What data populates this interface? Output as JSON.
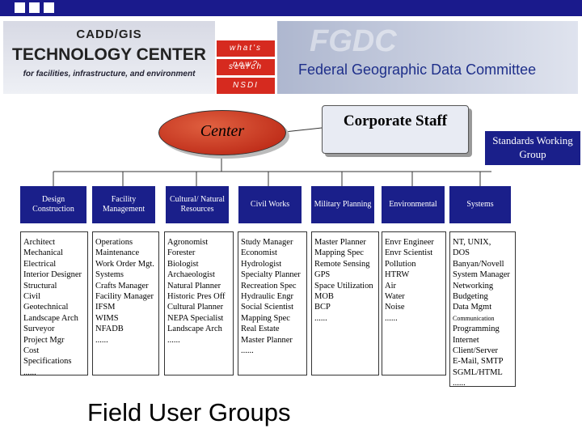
{
  "header": {
    "logo": {
      "line1": "CADD/GIS",
      "line2": "TECHNOLOGY CENTER",
      "line3": "for facilities, infrastructure, and environment"
    },
    "nav_buttons": [
      "what's new?",
      "search",
      "NSDI"
    ],
    "partner_title": "Federal Geographic Data Committee",
    "partner_bg_text": "FGDC",
    "bar_color": "#1a1a8c",
    "button_color": "#d62a1f"
  },
  "diagram": {
    "center_label": "Center",
    "corporate_label": "Corporate Staff",
    "standards_label": "Standards Working Group",
    "categories": [
      {
        "label": "Design Construction",
        "items": [
          "Architect",
          "Mechanical",
          "Electrical",
          "Interior Designer",
          "Structural",
          "Civil",
          "Geotechnical",
          "Landscape Arch",
          "Surveyor",
          "Project Mgr",
          "Cost",
          "Specifications",
          "......"
        ]
      },
      {
        "label": "Facility Management",
        "items": [
          "Operations",
          "Maintenance",
          "Work Order Mgt.",
          "Systems",
          "Crafts Manager",
          "Facility Manager",
          "IFSM",
          "WIMS",
          "NFADB",
          "......"
        ]
      },
      {
        "label": "Cultural/ Natural Resources",
        "items": [
          "Agronomist",
          "Forester",
          "Biologist",
          "Archaeologist",
          "Natural Planner",
          "Historic Pres Off",
          "Cultural Planner",
          "NEPA Specialist",
          "Landscape Arch",
          "......"
        ]
      },
      {
        "label": "Civil Works",
        "items": [
          "Study Manager",
          "Economist",
          "Hydrologist",
          "Specialty Planner",
          "Recreation Spec",
          "Hydraulic Engr",
          "Social Scientist",
          "Mapping Spec",
          "Real Estate",
          "Master Planner",
          "......"
        ]
      },
      {
        "label": "Military Planning",
        "items": [
          "Master Planner",
          "Mapping Spec",
          "Remote Sensing",
          "GPS",
          "Space Utilization",
          "MOB",
          "BCP",
          "......"
        ]
      },
      {
        "label": "Environmental",
        "items": [
          "Envr Engineer",
          "Envr Scientist",
          "Pollution",
          "HTRW",
          "Air",
          "Water",
          "Noise",
          "......"
        ]
      },
      {
        "label": "Systems",
        "items": [
          "NT, UNIX,",
          "DOS",
          "Banyan/Novell",
          "System Manager",
          "Networking",
          "Budgeting",
          "Data Mgmt",
          "Communication",
          "Programming",
          "Internet",
          "Client/Server",
          "E-Mail, SMTP",
          "SGML/HTML",
          "......"
        ]
      }
    ],
    "footer_title": "Field User Groups",
    "accent_color": "#1a1f8a",
    "center_color": "#c02a14"
  }
}
